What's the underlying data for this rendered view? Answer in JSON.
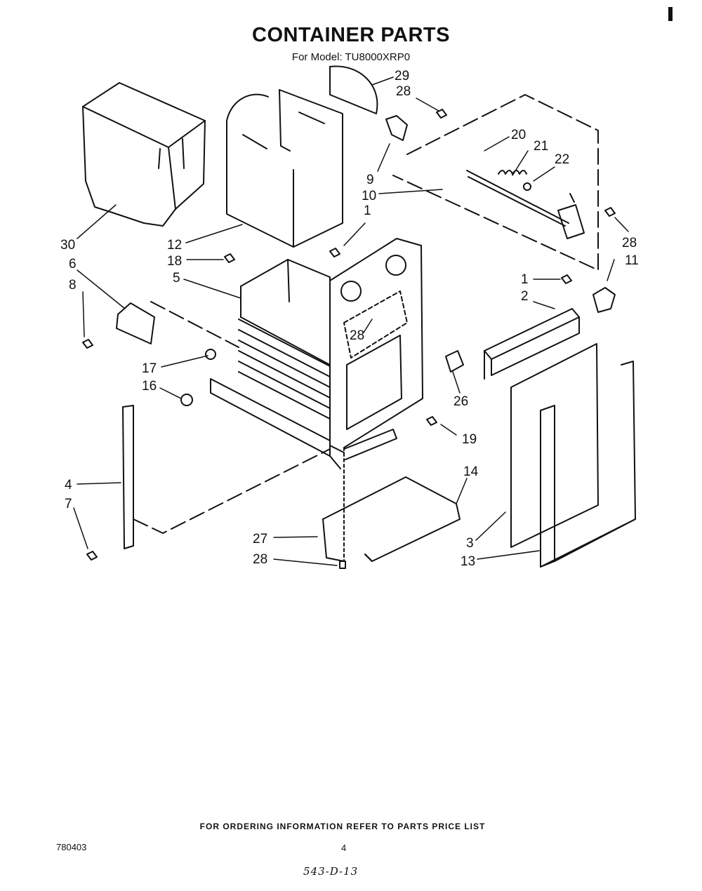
{
  "header": {
    "title": "CONTAINER PARTS",
    "model": "For Model: TU8000XRP0"
  },
  "callouts": [
    {
      "id": "c29",
      "text": "29"
    },
    {
      "id": "c28a",
      "text": "28"
    },
    {
      "id": "c20",
      "text": "20"
    },
    {
      "id": "c21",
      "text": "21"
    },
    {
      "id": "c22",
      "text": "22"
    },
    {
      "id": "c9",
      "text": "9"
    },
    {
      "id": "c10",
      "text": "10"
    },
    {
      "id": "c1a",
      "text": "1"
    },
    {
      "id": "c30",
      "text": "30"
    },
    {
      "id": "c12",
      "text": "12"
    },
    {
      "id": "c28b",
      "text": "28"
    },
    {
      "id": "c6",
      "text": "6"
    },
    {
      "id": "c18",
      "text": "18"
    },
    {
      "id": "c11",
      "text": "11"
    },
    {
      "id": "c5",
      "text": "5"
    },
    {
      "id": "c1b",
      "text": "1"
    },
    {
      "id": "c8",
      "text": "8"
    },
    {
      "id": "c2",
      "text": "2"
    },
    {
      "id": "c28c",
      "text": "28"
    },
    {
      "id": "c17",
      "text": "17"
    },
    {
      "id": "c26",
      "text": "26"
    },
    {
      "id": "c16",
      "text": "16"
    },
    {
      "id": "c19",
      "text": "19"
    },
    {
      "id": "c14",
      "text": "14"
    },
    {
      "id": "c4",
      "text": "4"
    },
    {
      "id": "c7",
      "text": "7"
    },
    {
      "id": "c27",
      "text": "27"
    },
    {
      "id": "c3",
      "text": "3"
    },
    {
      "id": "c28d",
      "text": "28"
    },
    {
      "id": "c13",
      "text": "13"
    }
  ],
  "footer": {
    "ordering": "FOR ORDERING INFORMATION REFER TO PARTS PRICE LIST",
    "code": "780403",
    "page": "4",
    "handwritten": "543-D-13"
  }
}
